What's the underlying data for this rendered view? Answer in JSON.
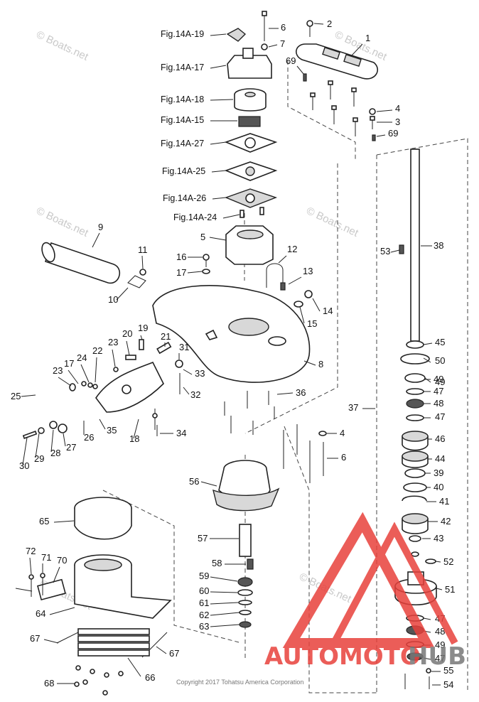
{
  "fig_labels": [
    "Fig.14A-19",
    "Fig.14A-17",
    "Fig.14A-18",
    "Fig.14A-15",
    "Fig.14A-27",
    "Fig.14A-25",
    "Fig.14A-26",
    "Fig.14A-24"
  ],
  "part_numbers": [
    "1",
    "2",
    "3",
    "4",
    "5",
    "6",
    "7",
    "8",
    "9",
    "10",
    "11",
    "12",
    "13",
    "14",
    "15",
    "16",
    "17",
    "18",
    "19",
    "20",
    "21",
    "22",
    "23",
    "24",
    "25",
    "26",
    "27",
    "28",
    "29",
    "30",
    "31",
    "32",
    "33",
    "34",
    "35",
    "36",
    "37",
    "38",
    "39",
    "40",
    "41",
    "42",
    "43",
    "44",
    "45",
    "46",
    "47",
    "48",
    "49",
    "50",
    "51",
    "52",
    "53",
    "54",
    "55",
    "56",
    "57",
    "58",
    "59",
    "60",
    "61",
    "62",
    "63",
    "64",
    "65",
    "66",
    "67",
    "68",
    "69",
    "70",
    "71",
    "72"
  ],
  "extra_labels": [
    "69",
    "4",
    "6",
    "47",
    "47",
    "49",
    "47",
    "48",
    "49",
    "17",
    "23",
    "67"
  ],
  "watermark": "© Boats.net",
  "copyright": "Copyright 2017 Tohatsu America Corporation",
  "brand": {
    "left": "AUTOMOTO",
    "right": "HUB",
    "color": "#e8413c"
  }
}
